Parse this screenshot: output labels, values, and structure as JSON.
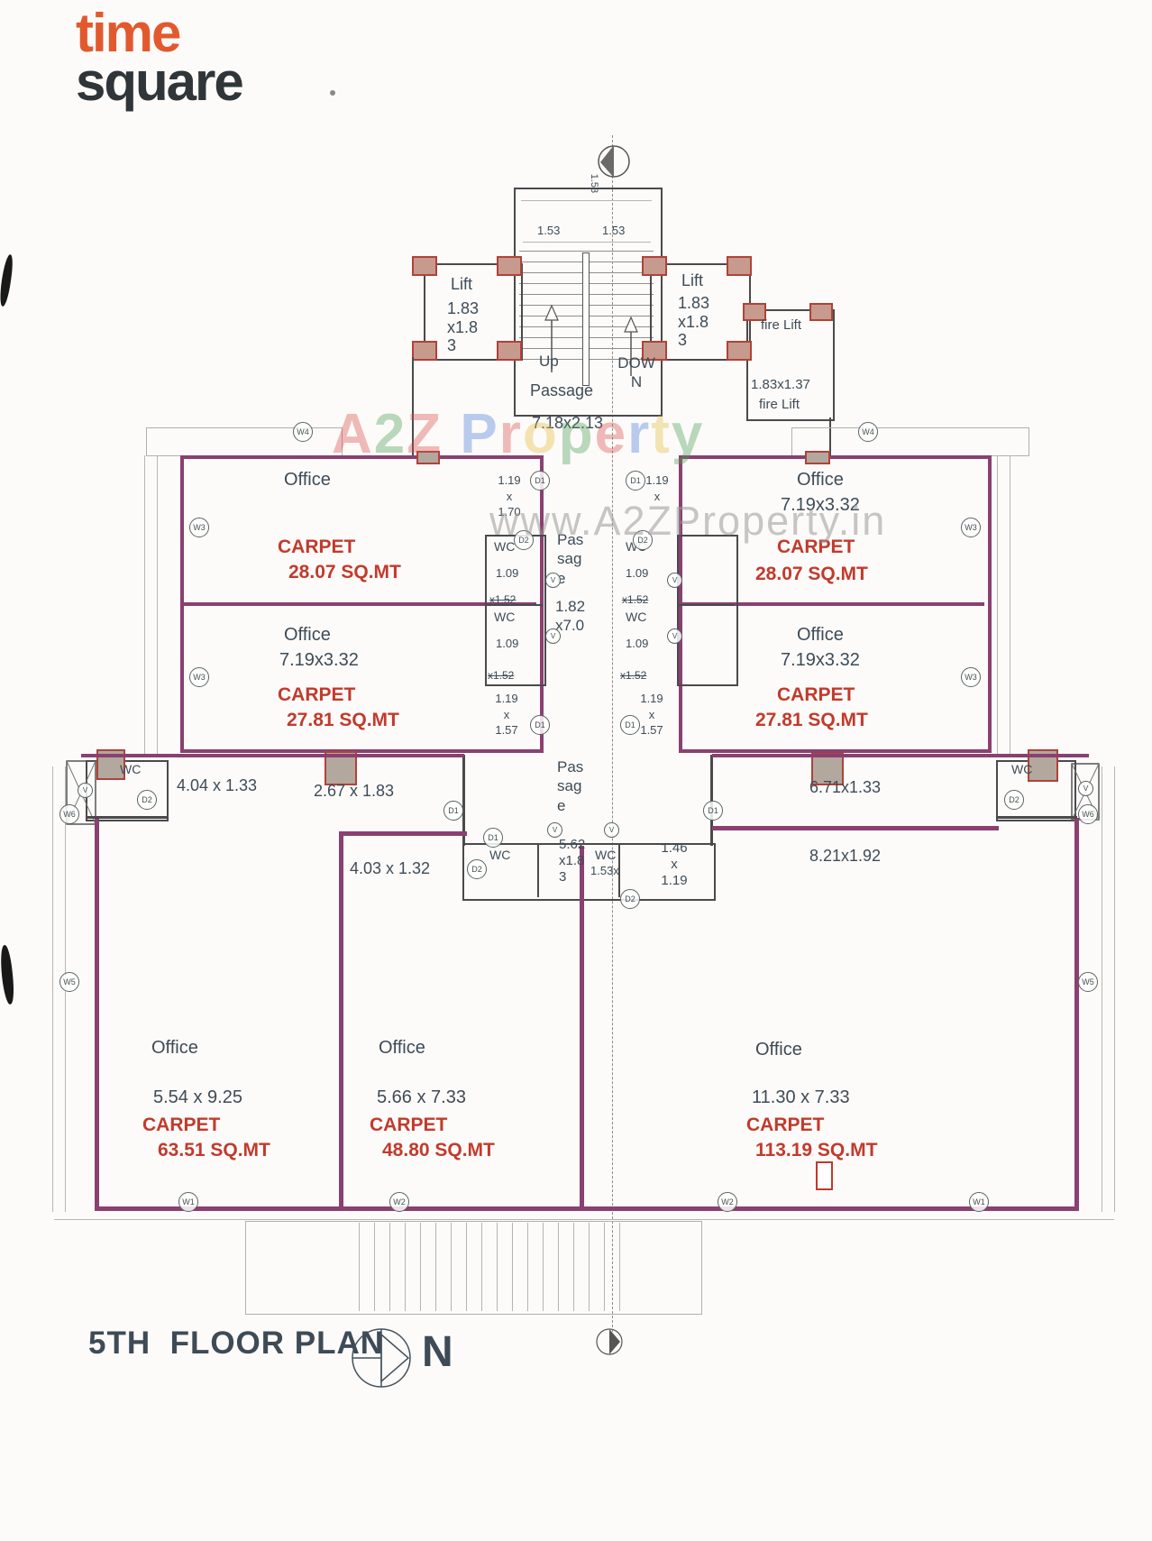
{
  "logo": {
    "line1": "time",
    "line2": "square"
  },
  "watermark": {
    "brand_letters": [
      [
        "A",
        "#d94f4f"
      ],
      [
        "2",
        "#4f9e57"
      ],
      [
        "Z",
        "#d94f4f"
      ],
      [
        " ",
        ""
      ],
      [
        "P",
        "#4f7fd9"
      ],
      [
        "r",
        "#d94f4f"
      ],
      [
        "o",
        "#e3bd3e"
      ],
      [
        "p",
        "#4f9e57"
      ],
      [
        "e",
        "#d94f4f"
      ],
      [
        "r",
        "#4f7fd9"
      ],
      [
        "t",
        "#e3bd3e"
      ],
      [
        "y",
        "#4f9e57"
      ]
    ],
    "url": "www.A2ZProperty.in"
  },
  "title": "5TH  FLOOR PLAN",
  "north_label": "N",
  "stairs": {
    "dim_vertical": "1.53",
    "dim_left": "1.53",
    "dim_right": "1.53",
    "up": "Up",
    "down": "DOW\nN"
  },
  "rooms": {
    "lift_left": {
      "name": "Lift",
      "dims": "1.83\nx1.8\n3"
    },
    "lift_right": {
      "name": "Lift",
      "dims": "1.83\nx1.8\n3"
    },
    "fire_lift": {
      "name": "fire Lift",
      "dims": "1.83x1.37",
      "name2": "fire Lift"
    },
    "passage_top": {
      "name": "Passage",
      "dims": "7.18x2.13"
    },
    "passage_mid": {
      "name": "Pas\nsag\ne",
      "dims": "1.82\nx7.0"
    },
    "passage_low": {
      "name": "Pas\nsag\ne"
    },
    "office_ul": {
      "name": "Office",
      "carpet_label": "CARPET",
      "carpet_area": "28.07 SQ.MT"
    },
    "office_ll": {
      "name": "Office",
      "dims": "7.19x3.32",
      "carpet_label": "CARPET",
      "carpet_area": "27.81 SQ.MT"
    },
    "office_ur": {
      "name": "Office",
      "dims": "7.19x3.32",
      "carpet_label": "CARPET",
      "carpet_area": "28.07 SQ.MT"
    },
    "office_lr": {
      "name": "Office",
      "dims": "7.19x3.32",
      "carpet_label": "CARPET",
      "carpet_area": "27.81 SQ.MT"
    },
    "office_bl": {
      "name": "Office",
      "dims": "5.54 x 9.25",
      "carpet_label": "CARPET",
      "carpet_area": "63.51 SQ.MT"
    },
    "office_bm": {
      "name": "Office",
      "dims": "5.66 x 7.33",
      "carpet_label": "CARPET",
      "carpet_area": "48.80 SQ.MT"
    },
    "office_br": {
      "name": "Office",
      "dims": "11.30 x 7.33",
      "carpet_label": "CARPET",
      "carpet_area": "113.19 SQ.MT"
    }
  },
  "wc": {
    "label": "WC",
    "w": "1.09",
    "h": "x1.52",
    "lobby_ul": "1.19\nx\n1.70",
    "lobby_ur": "1.19\nx",
    "lobby_bl": "1.19\nx\n1.57",
    "lobby_br": "1.19\nx\n1.57",
    "mid_dims": "5.62\nx1.8\n3",
    "mid_right": "1.53x",
    "side_room": "1.46\nx\n1.19"
  },
  "corridors": {
    "c1": "4.04 x 1.33",
    "c2": "2.67 x 1.83",
    "c3": "6.71x1.33",
    "c4": "8.21x1.92",
    "c5": "4.03 x 1.32"
  },
  "markers": {
    "d1": "D1",
    "d2": "D2",
    "v": "V",
    "w1": "W1",
    "w2": "W2",
    "w3": "W3",
    "w4": "W4",
    "w5": "W5",
    "w6": "W6"
  }
}
